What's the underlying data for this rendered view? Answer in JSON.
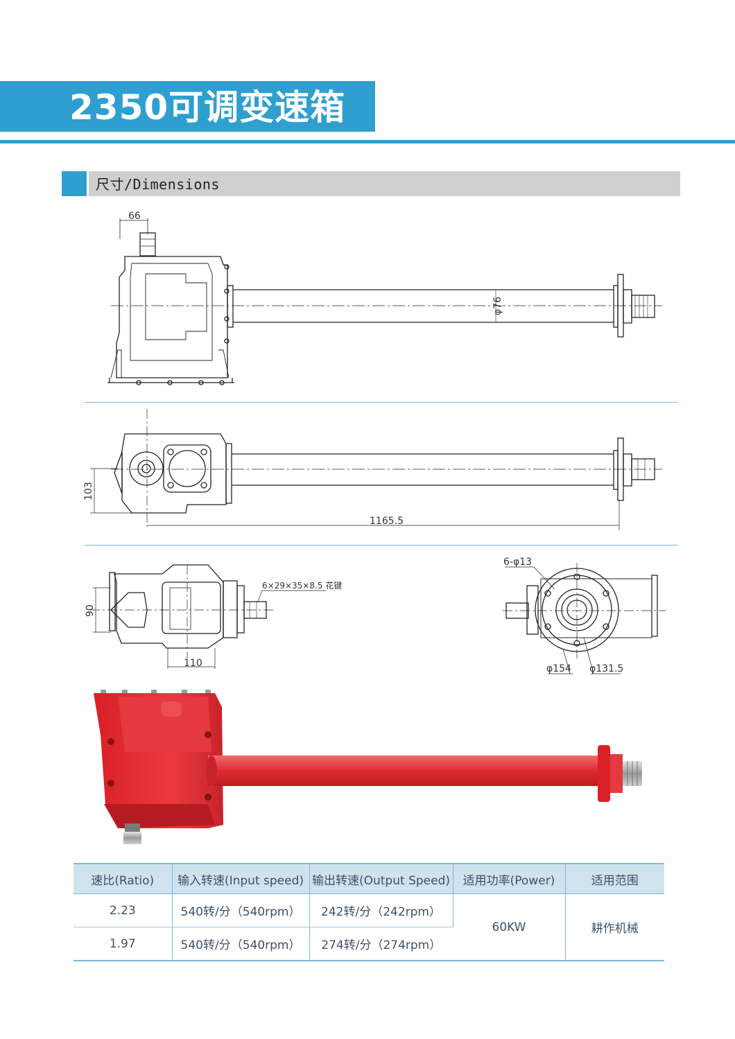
{
  "header": {
    "title": "2350可调变速箱"
  },
  "section": {
    "label": "尺寸/Dimensions"
  },
  "dimensions": {
    "d66": "66",
    "d76": "φ76",
    "d103": "103",
    "d1165": "1165.5",
    "d90": "90",
    "d110": "110",
    "spline": "6×29×35×8.5 花键",
    "holes": "6-φ13",
    "d154": "φ154",
    "d131": "φ131.5"
  },
  "colors": {
    "accent": "#2f9fd0",
    "section_bar": "#cfcfcf",
    "product_red": "#e02a2f"
  },
  "table": {
    "headers": [
      "速比(Ratio)",
      "输入转速(Input speed)",
      "输出转速(Output Speed)",
      "适用功率(Power)",
      "适用范围"
    ],
    "rows": [
      {
        "ratio": "2.23",
        "input": "540转/分（540rpm）",
        "output": "242转/分（242rpm）"
      },
      {
        "ratio": "1.97",
        "input": "540转/分（540rpm）",
        "output": "274转/分（274rpm）"
      }
    ],
    "power": "60KW",
    "application": "耕作机械"
  }
}
